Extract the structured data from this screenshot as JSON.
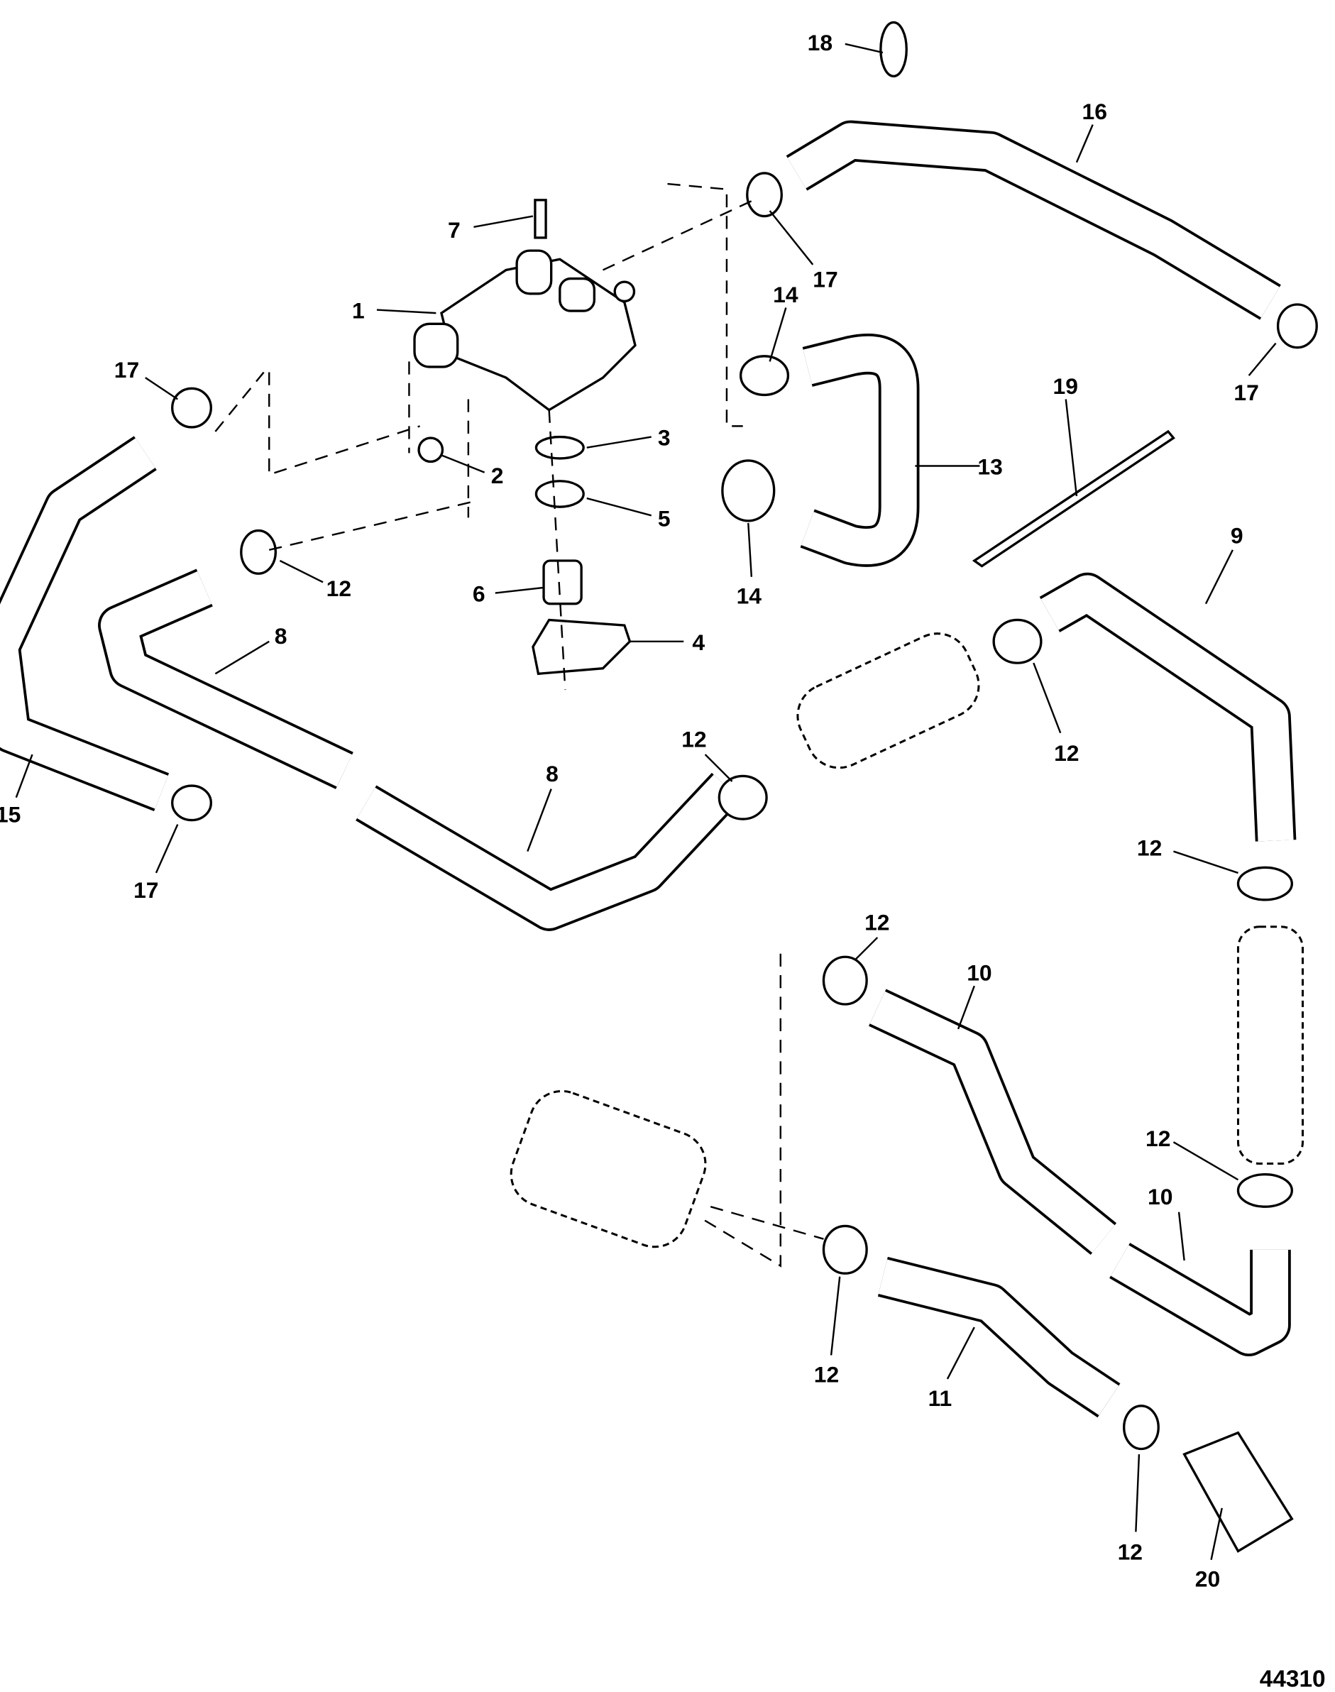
{
  "figure_number": "44310",
  "callouts": [
    {
      "id": "c18",
      "text": "18"
    },
    {
      "id": "c16",
      "text": "16"
    },
    {
      "id": "c7",
      "text": "7"
    },
    {
      "id": "c17a",
      "text": "17"
    },
    {
      "id": "c1",
      "text": "1"
    },
    {
      "id": "c14a",
      "text": "14"
    },
    {
      "id": "c17b",
      "text": "17"
    },
    {
      "id": "c17c",
      "text": "17"
    },
    {
      "id": "c19",
      "text": "19"
    },
    {
      "id": "c3",
      "text": "3"
    },
    {
      "id": "c13",
      "text": "13"
    },
    {
      "id": "c2",
      "text": "2"
    },
    {
      "id": "c5",
      "text": "5"
    },
    {
      "id": "c9",
      "text": "9"
    },
    {
      "id": "c12a",
      "text": "12"
    },
    {
      "id": "c14b",
      "text": "14"
    },
    {
      "id": "c6",
      "text": "6"
    },
    {
      "id": "c8a",
      "text": "8"
    },
    {
      "id": "c4",
      "text": "4"
    },
    {
      "id": "c12b",
      "text": "12"
    },
    {
      "id": "c12c",
      "text": "12"
    },
    {
      "id": "c8b",
      "text": "8"
    },
    {
      "id": "c15",
      "text": "15"
    },
    {
      "id": "c17d",
      "text": "17"
    },
    {
      "id": "c12d",
      "text": "12"
    },
    {
      "id": "c12e",
      "text": "12"
    },
    {
      "id": "c10a",
      "text": "10"
    },
    {
      "id": "c12f",
      "text": "12"
    },
    {
      "id": "c10b",
      "text": "10"
    },
    {
      "id": "c12g",
      "text": "12"
    },
    {
      "id": "c11",
      "text": "11"
    },
    {
      "id": "c12h",
      "text": "12"
    },
    {
      "id": "c20",
      "text": "20"
    }
  ]
}
